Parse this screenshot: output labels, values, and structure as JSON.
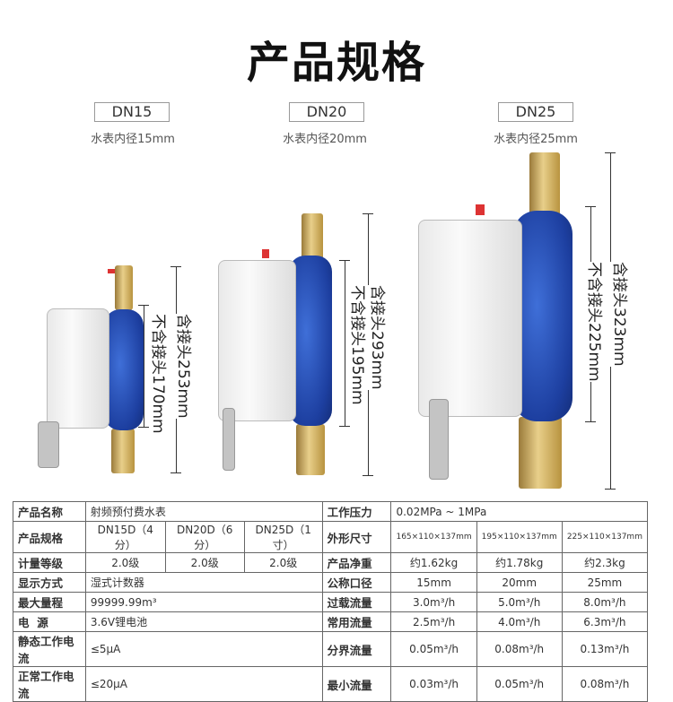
{
  "title": "产品规格",
  "models": [
    {
      "name": "DN15",
      "bore": "水表内径15mm",
      "without_joint": "不含接头170mm",
      "with_joint": "含接头253mm"
    },
    {
      "name": "DN20",
      "bore": "水表内径20mm",
      "without_joint": "不含接头195mm",
      "with_joint": "含接头293mm"
    },
    {
      "name": "DN25",
      "bore": "水表内径25mm",
      "without_joint": "不含接头225mm",
      "with_joint": "含接头323mm"
    }
  ],
  "table": {
    "left": [
      {
        "label": "产品名称",
        "value": "射频预付费水表"
      },
      {
        "label": "产品规格",
        "values": [
          "DN15D（4分）",
          "DN20D（6分）",
          "DN25D（1寸）"
        ]
      },
      {
        "label": "计量等级",
        "values": [
          "2.0级",
          "2.0级",
          "2.0级"
        ]
      },
      {
        "label": "显示方式",
        "value": "湿式计数器"
      },
      {
        "label": "最大量程",
        "value": "99999.99m³"
      },
      {
        "label": "电  源",
        "value": "3.6V锂电池"
      },
      {
        "label": "静态工作电流",
        "value": "≤5μA"
      },
      {
        "label": "正常工作电流",
        "value": "≤20μA"
      }
    ],
    "right": [
      {
        "label": "工作压力",
        "value": "0.02MPa ~ 1MPa"
      },
      {
        "label": "外形尺寸",
        "values": [
          "165×110×137mm",
          "195×110×137mm",
          "225×110×137mm"
        ]
      },
      {
        "label": "产品净重",
        "values": [
          "约1.62kg",
          "约1.78kg",
          "约2.3kg"
        ]
      },
      {
        "label": "公称口径",
        "values": [
          "15mm",
          "20mm",
          "25mm"
        ]
      },
      {
        "label": "过载流量",
        "values": [
          "3.0m³/h",
          "5.0m³/h",
          "8.0m³/h"
        ]
      },
      {
        "label": "常用流量",
        "values": [
          "2.5m³/h",
          "4.0m³/h",
          "6.3m³/h"
        ]
      },
      {
        "label": "分界流量",
        "values": [
          "0.05m³/h",
          "0.08m³/h",
          "0.13m³/h"
        ]
      },
      {
        "label": "最小流量",
        "values": [
          "0.03m³/h",
          "0.05m³/h",
          "0.08m³/h"
        ]
      }
    ]
  }
}
